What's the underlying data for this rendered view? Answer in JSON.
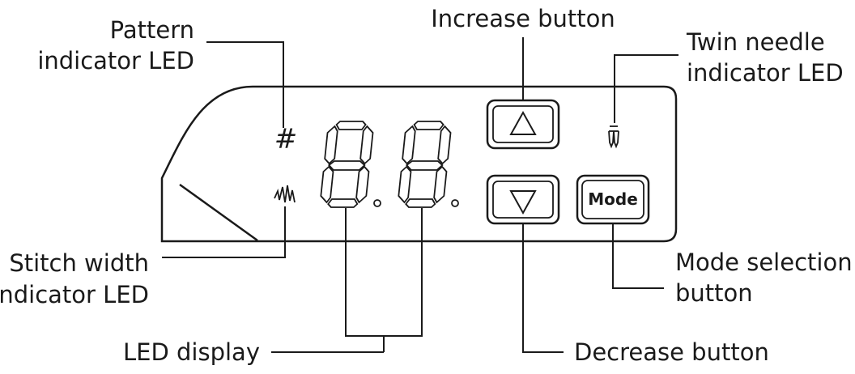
{
  "labels": {
    "pattern_1": "Pattern",
    "pattern_2": "indicator LED",
    "increase": "Increase button",
    "twin_1": "Twin needle",
    "twin_2": "indicator LED",
    "stitch_1": "Stitch width",
    "stitch_2": "indicator LED",
    "led_display": "LED display",
    "mode_1": "Mode selection",
    "mode_2": "button",
    "decrease": "Decrease button"
  },
  "panel": {
    "mode_button_text": "Mode",
    "pattern_symbol": "#"
  }
}
